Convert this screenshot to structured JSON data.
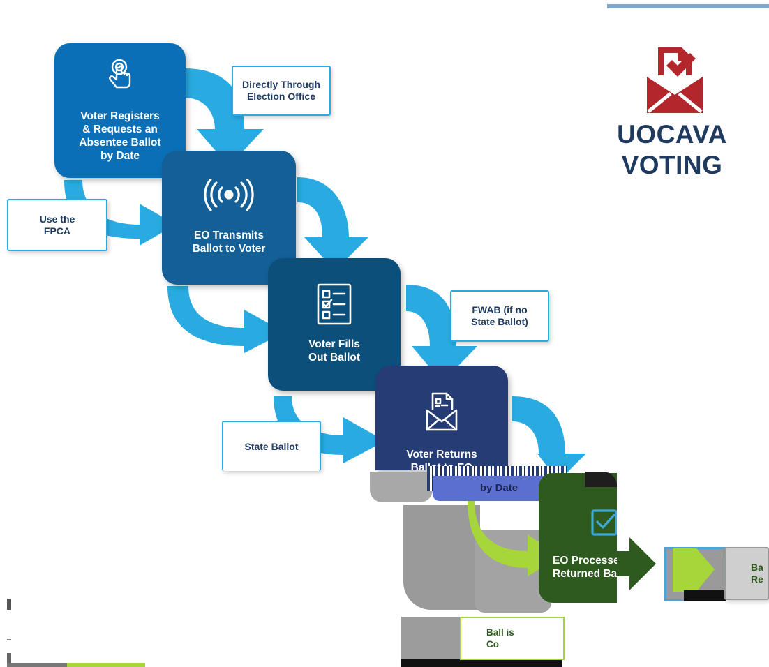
{
  "logo": {
    "line1": "UOCAVA",
    "line2": "VOTING",
    "icon": "envelope-check-icon",
    "color": "#b3262b"
  },
  "colors": {
    "arrow": "#29abe2",
    "step1": "#0a6fb6",
    "step2": "#135f96",
    "step3": "#0d4f7b",
    "step4": "#253c74",
    "step5": "#2e5a1f",
    "lime": "#a6d63a",
    "top_rule": "#7da7cf"
  },
  "steps": [
    {
      "id": "register",
      "icon": "hand-pointer-icon",
      "label": [
        "Voter Registers",
        "& Requests an",
        "Absentee Ballot",
        "by Date"
      ]
    },
    {
      "id": "transmit",
      "icon": "broadcast-signal-icon",
      "label": [
        "EO Transmits",
        "Ballot to Voter"
      ]
    },
    {
      "id": "fill",
      "icon": "checklist-icon",
      "label": [
        "Voter Fills",
        "Out Ballot"
      ]
    },
    {
      "id": "return",
      "icon": "envelope-document-icon",
      "label": [
        "Voter Returns",
        "Ballot to EO"
      ],
      "sublabel": "by Date"
    },
    {
      "id": "process",
      "icon": "checkbox-icon",
      "label": [
        "EO Processes",
        "Returned Ballo"
      ]
    }
  ],
  "notes": {
    "directly": [
      "Directly Through",
      "Election Office"
    ],
    "fpca": [
      "Use the",
      "FPCA"
    ],
    "fwab": [
      "FWAB (if no",
      "State Ballot)"
    ],
    "state_ballot": "State Ballot",
    "ba": [
      "Ba",
      "Re"
    ],
    "counted": [
      "Ball  is",
      "Co"
    ]
  }
}
